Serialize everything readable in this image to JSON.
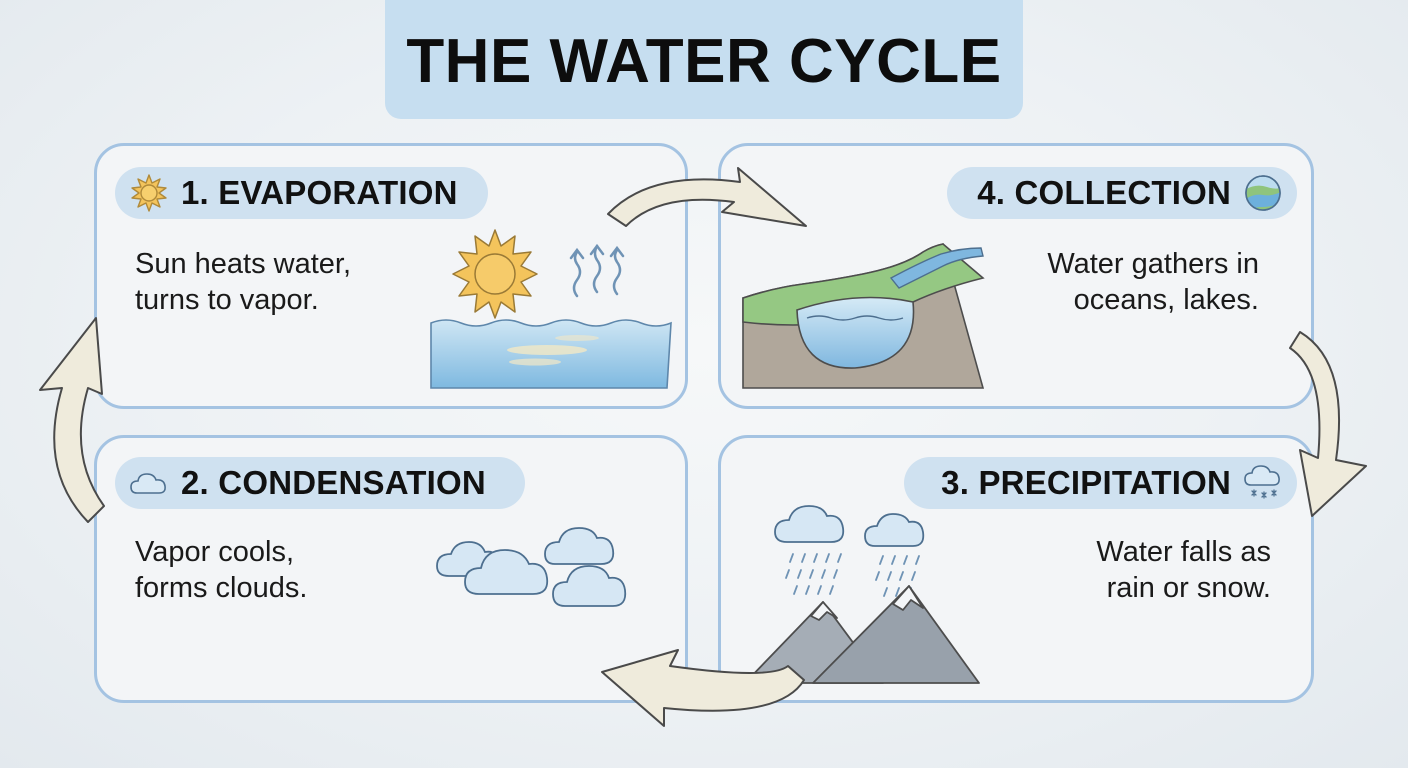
{
  "title": "THE WATER CYCLE",
  "stages": {
    "evaporation": {
      "label": "1. EVAPORATION",
      "line1": "Sun heats water,",
      "line2": "turns to vapor.",
      "icon": "sun-icon"
    },
    "condensation": {
      "label": "2. CONDENSATION",
      "line1": "Vapor cools,",
      "line2": "forms clouds.",
      "icon": "cloud-icon"
    },
    "precipitation": {
      "label": "3. PRECIPITATION",
      "line1": "Water falls as",
      "line2": "rain or snow.",
      "icon": "snow-cloud-icon"
    },
    "collection": {
      "label": "4. COLLECTION",
      "line1": "Water gathers in",
      "line2": "oceans, lakes.",
      "icon": "landscape-icon"
    }
  },
  "colors": {
    "banner": "#c6def0",
    "card_border": "#a4c3e2",
    "pill": "#cfe1f0",
    "arrow_fill": "#efebdc",
    "water": "#8fc4e6",
    "sun": "#f4c45c"
  }
}
